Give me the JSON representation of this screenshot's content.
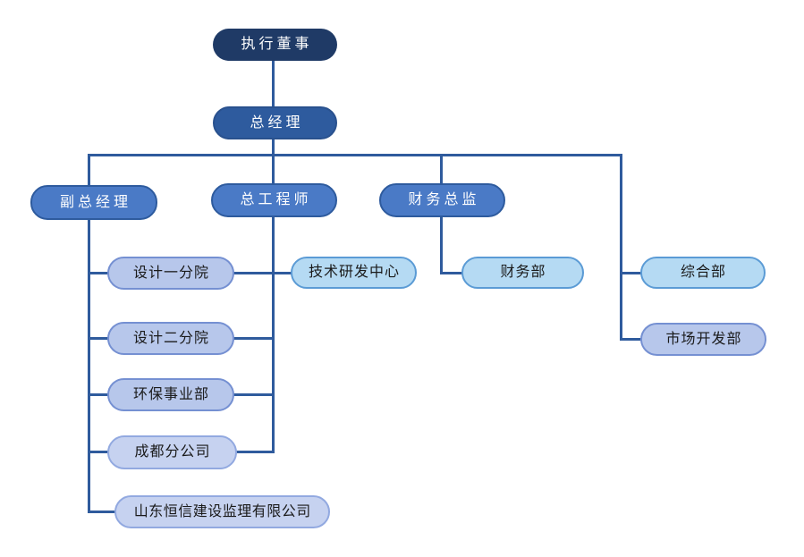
{
  "diagram": {
    "type": "org-chart",
    "background": "#ffffff",
    "nodes": [
      {
        "id": "executive-director",
        "label": "执行董事",
        "level": 1,
        "style": "dark-navy"
      },
      {
        "id": "general-manager",
        "label": "总经理",
        "level": 2,
        "style": "medium-blue"
      },
      {
        "id": "deputy-general-manager",
        "label": "副总经理",
        "level": 3,
        "style": "bright-blue"
      },
      {
        "id": "chief-engineer",
        "label": "总工程师",
        "level": 3,
        "style": "bright-blue"
      },
      {
        "id": "finance-director",
        "label": "财务总监",
        "level": 3,
        "style": "bright-blue"
      },
      {
        "id": "design-branch-1",
        "label": "设计一分院",
        "level": 4,
        "style": "periwinkle"
      },
      {
        "id": "tech-rd-center",
        "label": "技术研发中心",
        "level": 4,
        "style": "sky-blue"
      },
      {
        "id": "finance-dept",
        "label": "财务部",
        "level": 4,
        "style": "sky-blue"
      },
      {
        "id": "general-affairs-dept",
        "label": "综合部",
        "level": 4,
        "style": "sky-blue"
      },
      {
        "id": "design-branch-2",
        "label": "设计二分院",
        "level": 4,
        "style": "periwinkle"
      },
      {
        "id": "market-development-dept",
        "label": "市场开发部",
        "level": 4,
        "style": "periwinkle"
      },
      {
        "id": "environmental-division",
        "label": "环保事业部",
        "level": 4,
        "style": "periwinkle"
      },
      {
        "id": "chengdu-branch",
        "label": "成都分公司",
        "level": 4,
        "style": "periwinkle-light"
      },
      {
        "id": "shandong-hengxin-supervision-co",
        "label": "山东恒信建设监理有限公司",
        "level": 4,
        "style": "periwinkle-light"
      }
    ],
    "edges": [
      {
        "from": "executive-director",
        "to": "general-manager"
      },
      {
        "from": "general-manager",
        "to": "deputy-general-manager"
      },
      {
        "from": "general-manager",
        "to": "chief-engineer"
      },
      {
        "from": "general-manager",
        "to": "finance-director"
      },
      {
        "from": "general-manager",
        "to": "general-affairs-dept"
      },
      {
        "from": "general-manager",
        "to": "market-development-dept"
      },
      {
        "from": "deputy-general-manager",
        "to": "design-branch-1"
      },
      {
        "from": "deputy-general-manager",
        "to": "design-branch-2"
      },
      {
        "from": "deputy-general-manager",
        "to": "environmental-division"
      },
      {
        "from": "deputy-general-manager",
        "to": "chengdu-branch"
      },
      {
        "from": "deputy-general-manager",
        "to": "shandong-hengxin-supervision-co"
      },
      {
        "from": "chief-engineer",
        "to": "tech-rd-center"
      },
      {
        "from": "chief-engineer",
        "to": "design-branch-1"
      },
      {
        "from": "chief-engineer",
        "to": "design-branch-2"
      },
      {
        "from": "chief-engineer",
        "to": "environmental-division"
      },
      {
        "from": "chief-engineer",
        "to": "chengdu-branch"
      },
      {
        "from": "finance-director",
        "to": "finance-dept"
      }
    ],
    "palette": {
      "dark_navy_fill": "#1f3a66",
      "medium_blue_fill": "#2e5b9e",
      "bright_blue_fill": "#4a7ac6",
      "bright_blue_border": "#2e5b9e",
      "sky_blue_fill": "#b5daf3",
      "sky_blue_border": "#5b9bd5",
      "periwinkle_fill": "#b7c7eb",
      "periwinkle_border": "#7590d2",
      "periwinkle_light_fill": "#c6d2f0",
      "periwinkle_light_border": "#92a9e0",
      "connector": "#2f5b9d",
      "text_on_blue": "#ffffff",
      "text_on_light": "#1a1a1a"
    }
  }
}
